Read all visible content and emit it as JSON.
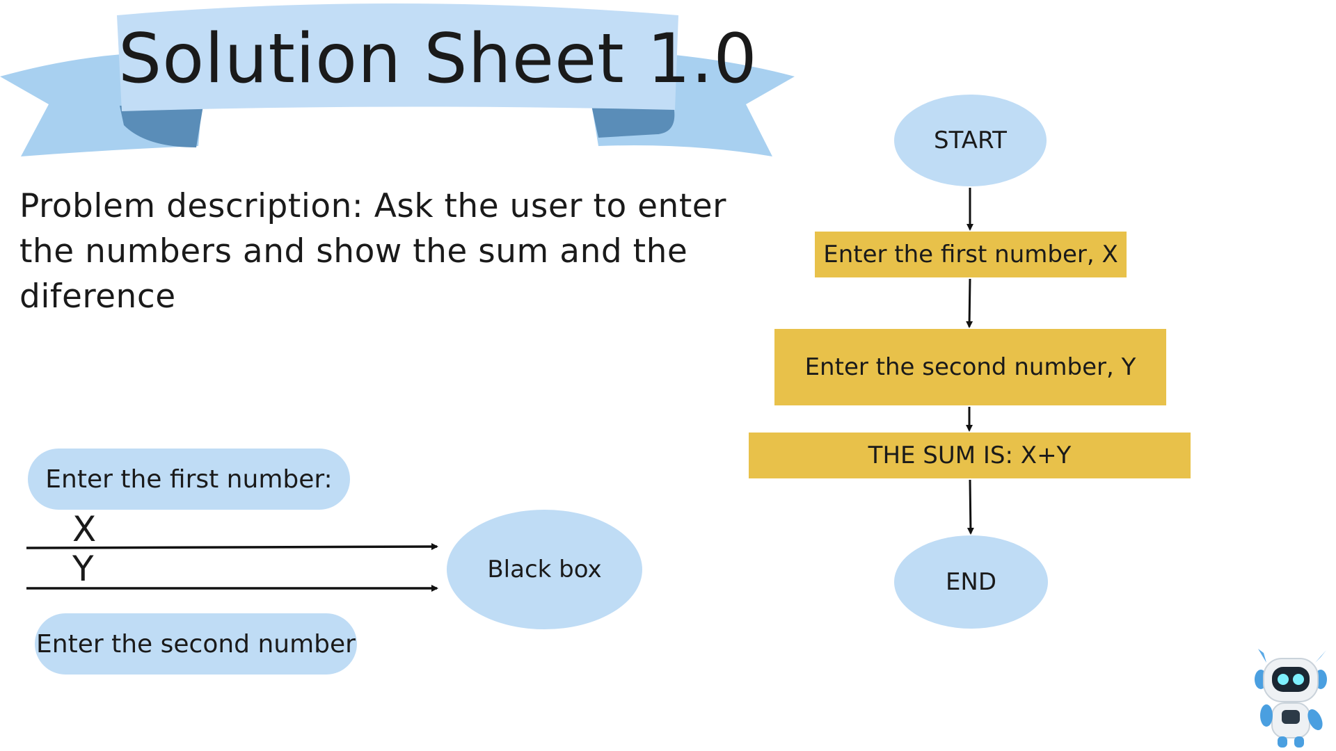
{
  "header": {
    "title": "Solution Sheet 1.0"
  },
  "problem": {
    "text": "Problem description: Ask the user to enter the numbers and show the sum and the diference"
  },
  "black_box_diagram": {
    "input_first_label": "Enter the first number:",
    "var_x": "X",
    "var_y": "Y",
    "input_second_label": "Enter the second number",
    "black_box_label": "Black box"
  },
  "flowchart": {
    "start": "START",
    "step_first": "Enter the first number, X",
    "step_second": "Enter the second number,  Y",
    "step_sum": "THE SUM IS: X+Y",
    "end": "END"
  },
  "colors": {
    "ribbon_light": "#c2ddf6",
    "ribbon_mid": "#a8d0f0",
    "ribbon_dark": "#5a8db8",
    "shape_blue": "#bfdcf5",
    "process_yellow": "#e8c14a"
  },
  "mascot": {
    "icon": "robot-mascot-icon"
  }
}
